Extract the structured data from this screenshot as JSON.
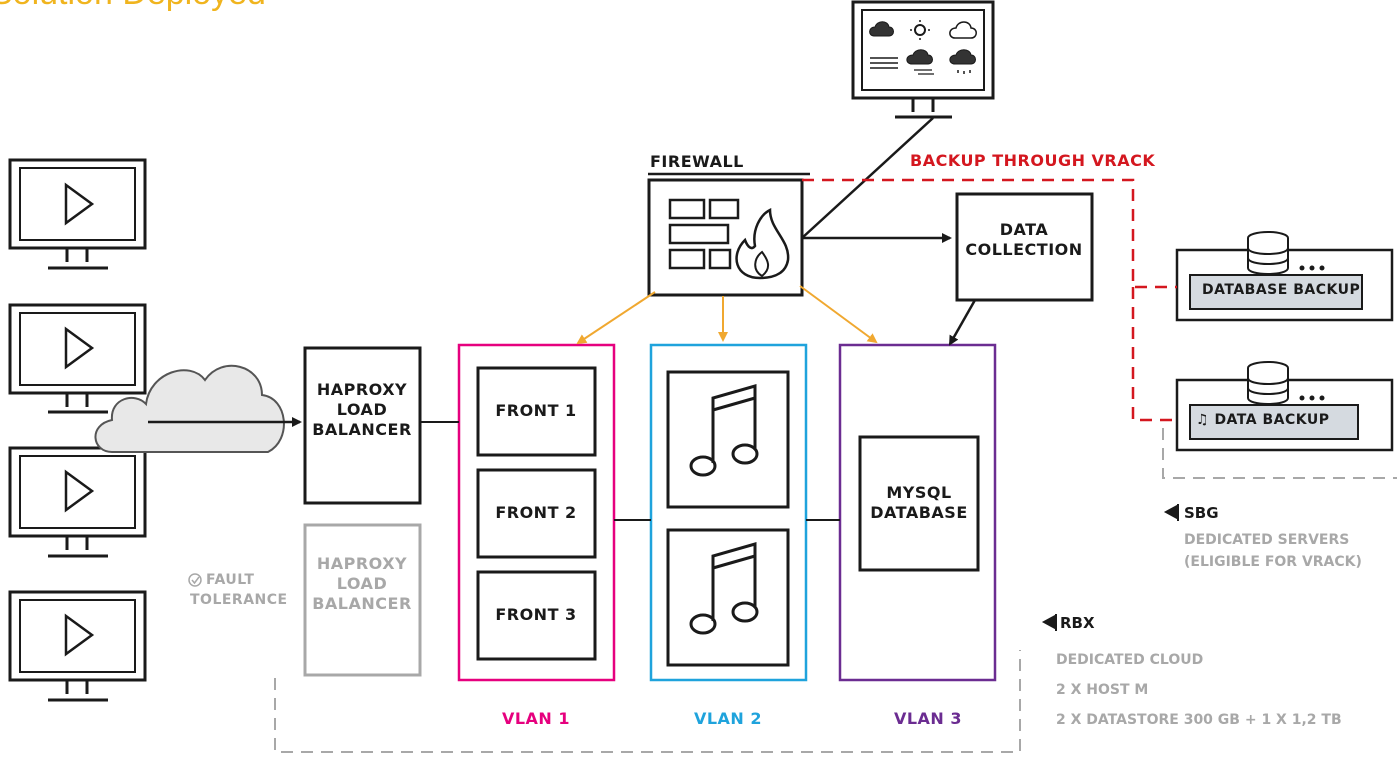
{
  "header": {
    "title": "Solution Deployed"
  },
  "nodes": {
    "firewall": "FIREWALL",
    "backup_link": "BACKUP THROUGH VRACK",
    "data_collection": [
      "DATA",
      "COLLECTION"
    ],
    "lb_primary": [
      "HAPROXY",
      "LOAD",
      "BALANCER"
    ],
    "lb_secondary": [
      "HAPROXY",
      "LOAD",
      "BALANCER"
    ],
    "fault_tolerance": [
      "FAULT",
      "TOLERANCE"
    ],
    "front1": "FRONT 1",
    "front2": "FRONT 2",
    "front3": "FRONT 3",
    "mysql": [
      "MYSQL",
      "DATABASE"
    ],
    "database_backup": "DATABASE BACKUP",
    "data_backup": "DATA BACKUP"
  },
  "vlans": [
    {
      "label": "VLAN 1",
      "color": "#e6007e"
    },
    {
      "label": "VLAN 2",
      "color": "#1fa3dc"
    },
    {
      "label": "VLAN 3",
      "color": "#6b2c91"
    }
  ],
  "sbg": {
    "heading": "SBG",
    "lines": [
      "DEDICATED SERVERS",
      "(ELIGIBLE FOR VRACK)"
    ]
  },
  "rbx": {
    "heading": "RBX",
    "lines": [
      "DEDICATED CLOUD",
      "2 X HOST M",
      "2 X DATASTORE 300 GB + 1 X 1,2 TB"
    ]
  },
  "colors": {
    "accent_title": "#f0b41e",
    "arrow_orange": "#f0a830",
    "backup_red": "#d4171f",
    "muted_grey": "#a8a8a8",
    "ink": "#1a1a1a",
    "storage_fill": "#d5dae0"
  },
  "icons": [
    "monitor-play-icon",
    "cloud-icon",
    "weather-display-icon",
    "firewall-flame-icon",
    "music-note-icon",
    "database-icon",
    "check-circle-icon"
  ]
}
